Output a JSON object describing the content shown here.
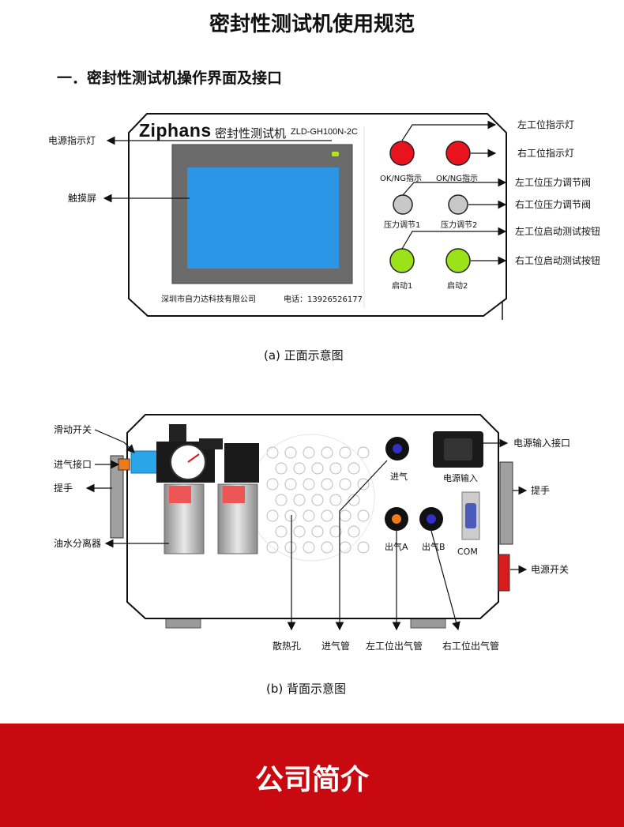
{
  "page": {
    "title": "密封性测试机使用规范",
    "section_heading": "一．密封性测试机操作界面及接口"
  },
  "front_panel": {
    "brand": "Ziphans",
    "product_name": "密封性测试机",
    "model": "ZLD-GH100N-2C",
    "company": "深圳市自力达科技有限公司",
    "phone": "电话：13926526177",
    "ok_ng_label_left": "OK/NG指示",
    "ok_ng_label_right": "OK/NG指示",
    "pressure_label_1": "压力调节1",
    "pressure_label_2": "压力调节2",
    "start_label_1": "启动1",
    "start_label_2": "启动2",
    "callouts": {
      "power_indicator": "电源指示灯",
      "touch_screen": "触摸屏",
      "left_indicator": "左工位指示灯",
      "right_indicator": "右工位指示灯",
      "left_pressure": "左工位压力调节阀",
      "right_pressure": "右工位压力调节阀",
      "left_start": "左工位启动测试按钮",
      "right_start": "右工位启动测试按钮"
    },
    "caption": "(a)    正面示意图",
    "colors": {
      "indicator": "#e8131d",
      "start_button": "#9be21a",
      "pressure_knob": "#c8c8c8",
      "screen": "#2b96e6"
    }
  },
  "back_panel": {
    "air_in_label": "进气",
    "power_in_label": "电源输入",
    "out_a_label": "出气A",
    "out_b_label": "出气B",
    "com_label": "COM",
    "callouts": {
      "slide_switch": "滑动开关",
      "air_inlet": "进气接口",
      "handle_left": "提手",
      "oil_water_separator": "油水分离器",
      "power_input_port": "电源输入接口",
      "handle_right": "提手",
      "power_switch": "电源开关",
      "vent_holes": "散热孔",
      "air_in_pipe": "进气管",
      "left_out_pipe": "左工位出气管",
      "right_out_pipe": "右工位出气管"
    },
    "caption": "(b)  背面示意图",
    "colors": {
      "air_in": "#3030c8",
      "out_a": "#f07a1a",
      "out_b": "#3030c8",
      "power_switch": "#d81b1b"
    }
  },
  "footer": {
    "text": "公司简介",
    "color": "#c8090f"
  }
}
